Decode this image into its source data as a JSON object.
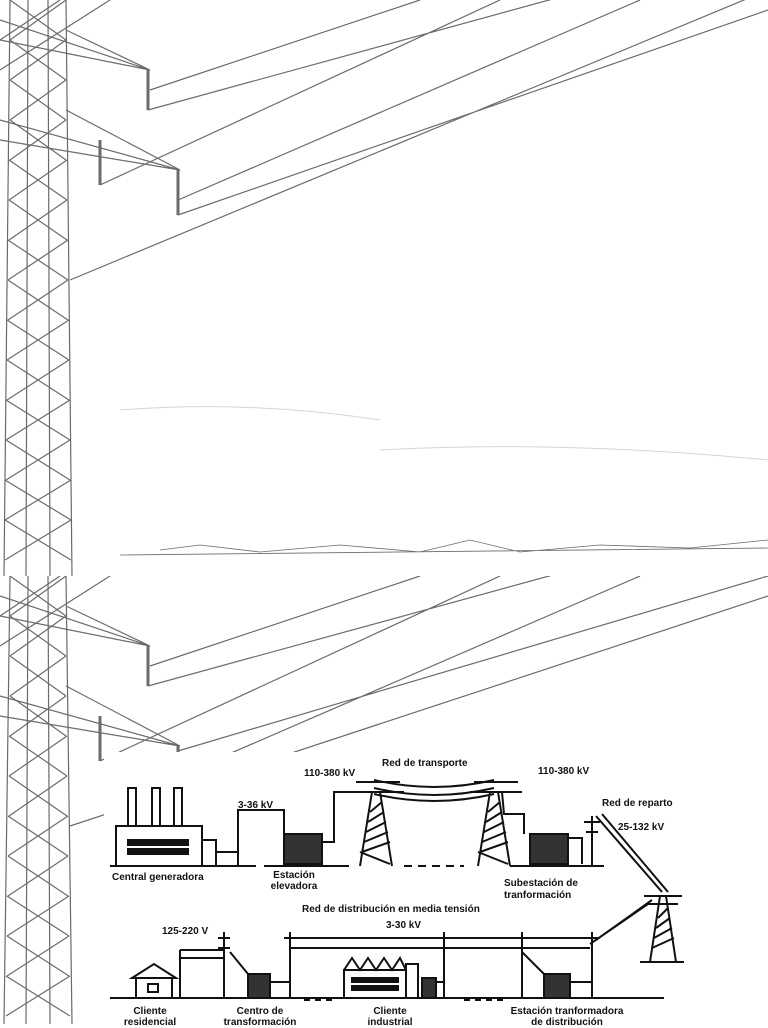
{
  "diagram": {
    "labels": {
      "transport_network": "Red de transporte",
      "voltage_left_hv": "110-380 kV",
      "voltage_right_hv": "110-380 kV",
      "voltage_gen": "3-36 kV",
      "distribution_net": "Red de reparto",
      "voltage_distribution": "25-132  kV",
      "power_plant": "Central generadora",
      "step_up_station_1": "Estación",
      "step_up_station_2": "elevadora",
      "substation_1": "Subestación de",
      "substation_2": "tranformación",
      "mv_network": "Red de distribución en media tensión",
      "voltage_mv": "3-30 kV",
      "voltage_lv": "125-220  V",
      "residential_client_1": "Cliente",
      "residential_client_2": "residencial",
      "transformer_center_1": "Centro de",
      "transformer_center_2": "transformación",
      "industrial_client_1": "Cliente",
      "industrial_client_2": "industrial",
      "transformer_station_1": "Estación tranformadora",
      "transformer_station_2": "de distribución"
    }
  },
  "colors": {
    "lines": "#111111",
    "tower_sketch": "#6b6b6b",
    "background": "#ffffff"
  }
}
